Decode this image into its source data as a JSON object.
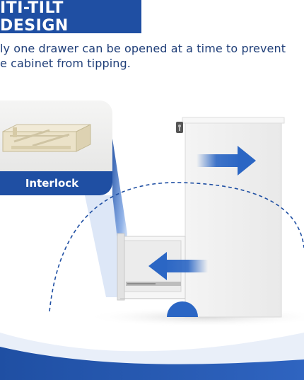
{
  "banner": {
    "title": "ITI-TILT DESIGN"
  },
  "description": {
    "line1": "ly one drawer can be opened at a time to prevent",
    "line2": "e cabinet from tipping."
  },
  "callout": {
    "label": "Interlock"
  },
  "colors": {
    "brand_blue": "#1f4fa3",
    "text_blue": "#1f3e78",
    "arrow_blue": "#2b66c4"
  },
  "icons": [
    "interlock-bracket-icon",
    "lock-icon",
    "arrow-right-icon",
    "arrow-left-icon"
  ]
}
